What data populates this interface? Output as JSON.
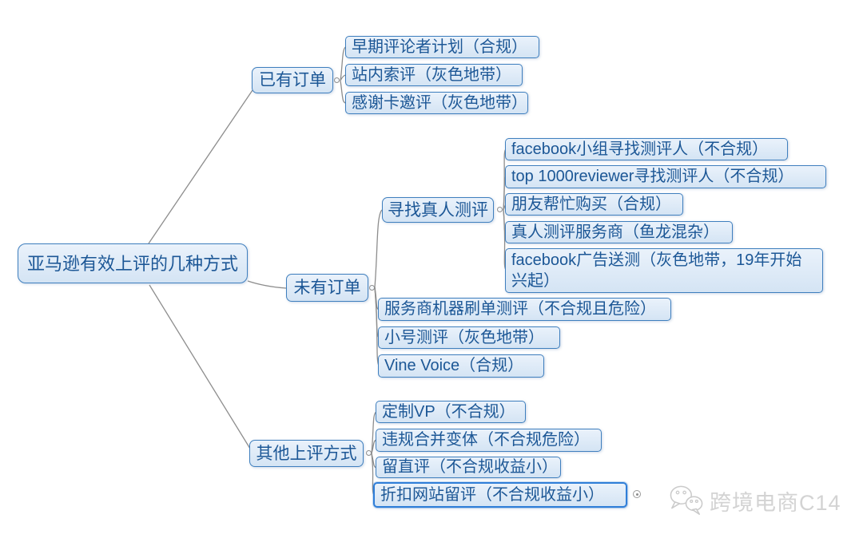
{
  "map": {
    "root": {
      "label": "亚马逊有效上评的几种方式"
    },
    "branches": [
      {
        "label": "已有订单",
        "children": [
          {
            "label": "早期评论者计划（合规）"
          },
          {
            "label": "站内索评（灰色地带）"
          },
          {
            "label": "感谢卡邀评（灰色地带）"
          }
        ]
      },
      {
        "label": "未有订单",
        "children": [
          {
            "label": "寻找真人测评",
            "children": [
              {
                "label": "facebook小组寻找测评人（不合规）"
              },
              {
                "label": "top 1000reviewer寻找测评人（不合规）"
              },
              {
                "label": "朋友帮忙购买（合规）"
              },
              {
                "label": "真人测评服务商（鱼龙混杂）"
              },
              {
                "label": "facebook广告送测（灰色地带，19年开始兴起）"
              }
            ]
          },
          {
            "label": "服务商机器刷单测评（不合规且危险）"
          },
          {
            "label": "小号测评（灰色地带）"
          },
          {
            "label": "Vine Voice（合规）"
          }
        ]
      },
      {
        "label": "其他上评方式",
        "children": [
          {
            "label": "定制VP（不合规）"
          },
          {
            "label": "违规合并变体（不合规危险）"
          },
          {
            "label": "留直评（不合规收益小）"
          },
          {
            "label": "折扣网站留评（不合规收益小）",
            "selected": true
          }
        ]
      }
    ]
  },
  "watermark": {
    "label": "跨境电商C14",
    "icon": "wechat-icon"
  },
  "colors": {
    "node_fill_top": "#eaf2fb",
    "node_fill_bottom": "#d4e4f4",
    "node_border": "#3f7fbe",
    "selected_border": "#2f7ed8",
    "node_text": "#1c5796",
    "connector_line": "#8d8d8d",
    "watermark_gray": "#d3d3d3",
    "background": "#ffffff"
  }
}
